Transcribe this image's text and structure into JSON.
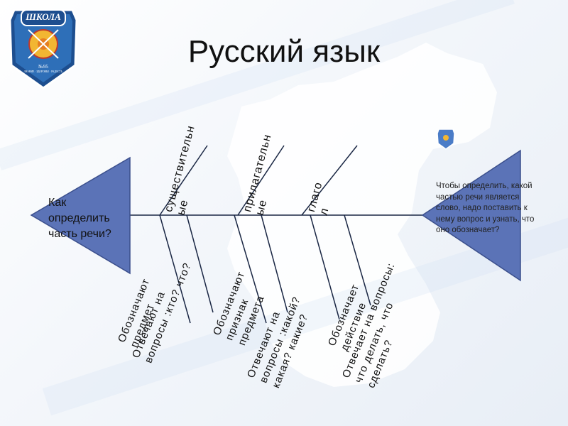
{
  "title": "Русский язык",
  "logo": {
    "label": "ШКОЛА",
    "number": "№95",
    "motto": "ЗНАНИЕ · ЗДОРОВЬЕ · РАДОСТЬ"
  },
  "head": {
    "lines": [
      "Как",
      "определить",
      "часть речи?"
    ]
  },
  "tail": {
    "text": "Чтобы определить, какой частью речи является слово, надо поставить к нему вопрос и узнать, что оно обозначает?"
  },
  "categories": [
    {
      "name_lines": [
        "существительн",
        "ые"
      ],
      "meaning_lines": [
        "Обозначают",
        "предмет"
      ],
      "question_lines": [
        "Отвечают на",
        "вопросы :кто? что?"
      ]
    },
    {
      "name_lines": [
        "прилагательн",
        "ые"
      ],
      "meaning_lines": [
        "Обозначают",
        "признак",
        "предмета"
      ],
      "question_lines": [
        "Отвечают на",
        "вопросы :какой?",
        "какая? какие?"
      ]
    },
    {
      "name_lines": [
        "глаго",
        "л"
      ],
      "meaning_lines": [
        "Обозначает",
        "действие"
      ],
      "question_lines": [
        "Отвечает на вопросы:",
        "что делать, что",
        "сделать?"
      ]
    }
  ],
  "colors": {
    "triangle": "#5b73b7",
    "triangle_border": "#3b4f8c",
    "lines": "#1a2744",
    "map": "#ffffff"
  }
}
